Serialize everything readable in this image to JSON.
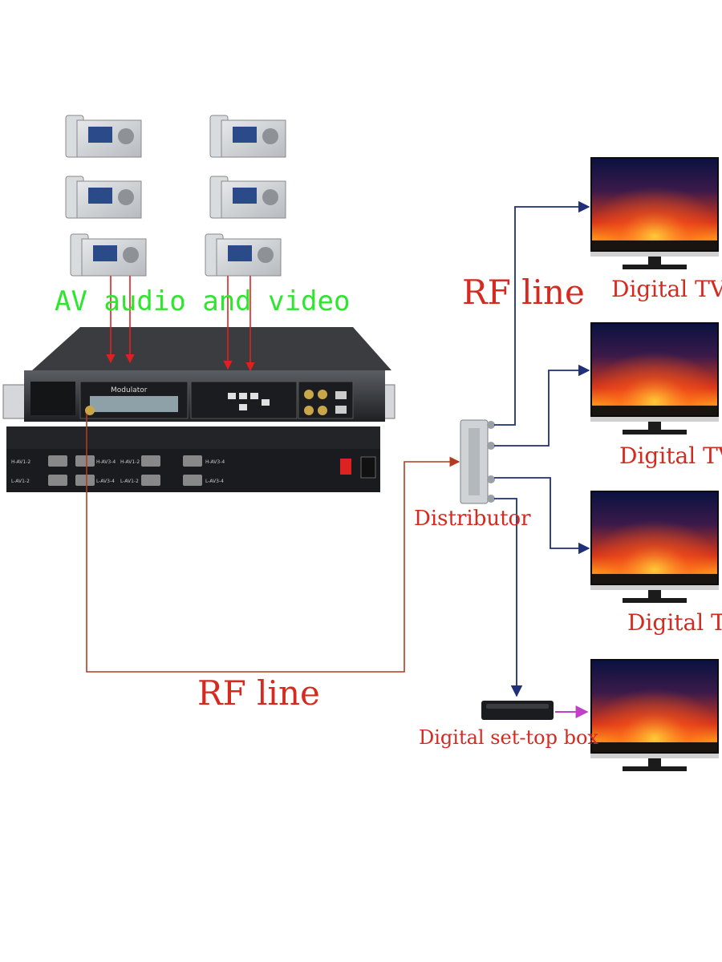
{
  "labels": {
    "av": "AV audio and video",
    "rf_top": "RF line",
    "rf_bottom": "RF line",
    "distributor": "Distributor",
    "tv": "Digital TV",
    "stb": "Digital set-top box",
    "modulator": "Modulator"
  },
  "device_ports": {
    "row1_left_a": "H-AV1-2",
    "row1_left_b": "H-AV3-4",
    "row1_right_a": "H-AV1-2",
    "row1_right_b": "H-AV3-4",
    "row2_left_a": "L-AV1-2",
    "row2_left_b": "L-AV3-4",
    "row2_right_a": "L-AV1-2",
    "row2_right_b": "L-AV3-4"
  },
  "colors": {
    "av_text": "#2ee62e",
    "red_text": "#d42a1f",
    "av_wire": "#e02020",
    "rf_wire": "#b33a22",
    "tv_wire": "#1f2f7a",
    "stb_wire": "#c040c8",
    "device_body": "#2b2d31",
    "panel": "#1a1b1e"
  }
}
